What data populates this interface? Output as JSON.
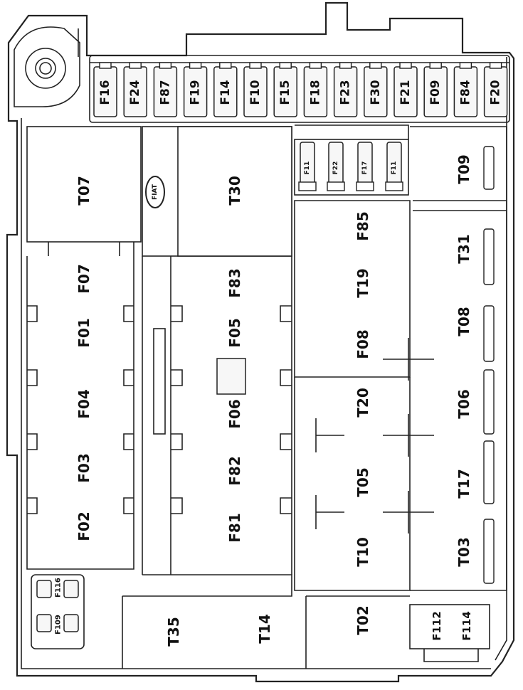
{
  "logo_text": "FIAT",
  "top_fuses": [
    {
      "label": "F16",
      "col": 0
    },
    {
      "label": "F24",
      "col": 1
    },
    {
      "label": "F87",
      "col": 2
    },
    {
      "label": "F19",
      "col": 3
    },
    {
      "label": "F14",
      "col": 4
    },
    {
      "label": "F10",
      "col": 5
    },
    {
      "label": "F15",
      "col": 6
    },
    {
      "label": "F18",
      "col": 7
    },
    {
      "label": "F23",
      "col": 8
    },
    {
      "label": "F30",
      "col": 9
    },
    {
      "label": "F21",
      "col": 10
    },
    {
      "label": "F09",
      "col": 11
    },
    {
      "label": "F84",
      "col": 12
    },
    {
      "label": "F20",
      "col": 13
    }
  ],
  "mini_fuses": [
    {
      "label": "F11",
      "col": 0
    },
    {
      "label": "F22",
      "col": 1
    },
    {
      "label": "F17",
      "col": 2
    },
    {
      "label": "F11",
      "col": 3
    }
  ],
  "left_column": [
    "T07",
    "F07",
    "F01",
    "F04",
    "F03",
    "F02"
  ],
  "left_bottom": [
    "F116",
    "F109"
  ],
  "center_column": [
    "T30",
    "F83",
    "F05",
    "F06",
    "F82",
    "F81"
  ],
  "bottom_center": [
    "T35",
    "T14"
  ],
  "mid_right_column": [
    "F85",
    "T19",
    "F08",
    "T20",
    "T05",
    "T10",
    "T02"
  ],
  "far_right_column": [
    "T09",
    "T31",
    "T08",
    "T06",
    "T17",
    "T03"
  ],
  "bottom_right_fuses": [
    "F112",
    "F114"
  ]
}
